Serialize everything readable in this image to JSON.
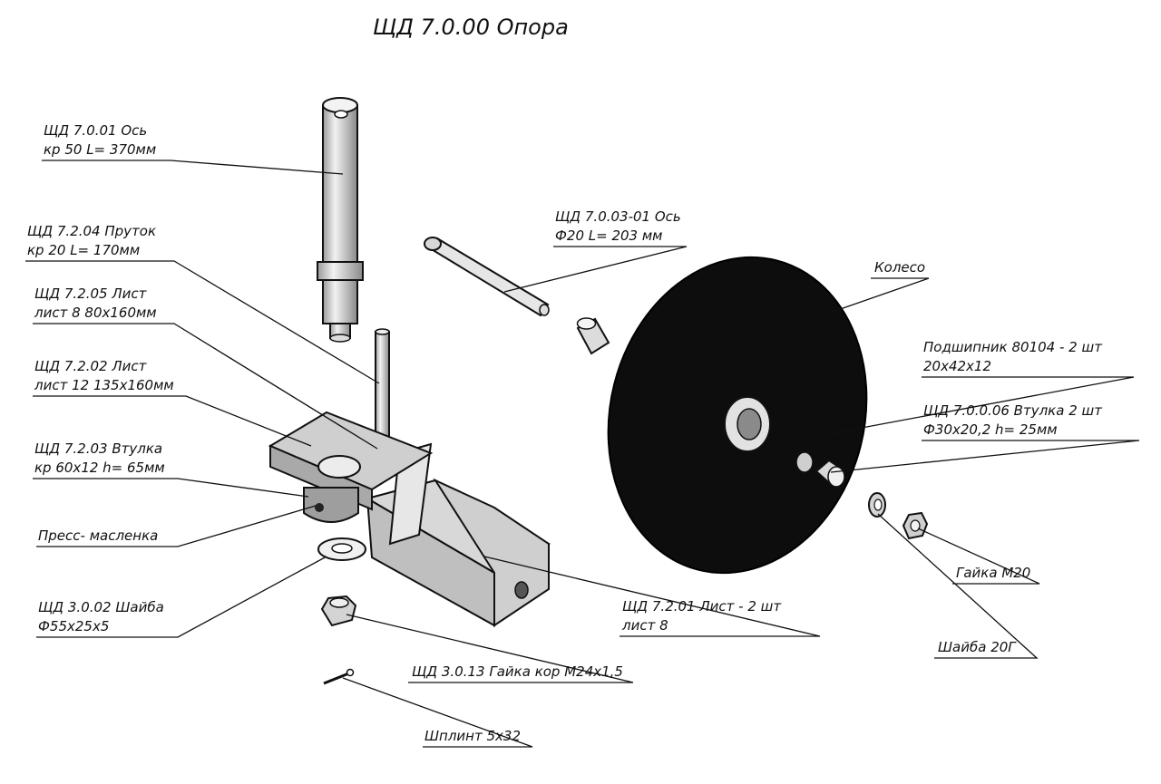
{
  "title": "ЩД 7.0.00 Опора",
  "labels": {
    "axle_main_l1": "ЩД 7.0.01 Ось",
    "axle_main_l2": "кр 50 L= 370мм",
    "rod_l1": "ЩД 7.2.04 Пруток",
    "rod_l2": "кр 20 L= 170мм",
    "sheet205_l1": "ЩД 7.2.05 Лист",
    "sheet205_l2": "лист 8 80х160мм",
    "sheet202_l1": "ЩД 7.2.02 Лист",
    "sheet202_l2": "лист 12 135х160мм",
    "bushing203_l1": "ЩД 7.2.03 Втулка",
    "bushing203_l2": "кр 60х12 h= 65мм",
    "grease": "Пресс- масленка",
    "washer302_l1": "ЩД 3.0.02 Шайба",
    "washer302_l2": "Ф55х25х5",
    "nut313": "ЩД 3.0.13 Гайка кор М24х1,5",
    "pin": "Шплинт 5х32",
    "axle_wheel_l1": "ЩД 7.0.03-01 Ось",
    "axle_wheel_l2": "Ф20 L= 203 мм",
    "wheel": "Колесо",
    "bearing_l1": "Подшипник 80104 - 2 шт",
    "bearing_l2": "20х42х12",
    "bushing006_l1": "ЩД 7.0.0.06 Втулка 2 шт",
    "bushing006_l2": "Ф30х20,2 h= 25мм",
    "sheet201_l1": "ЩД 7.2.01 Лист - 2 шт",
    "sheet201_l2": "лист 8",
    "nut_m20": "Гайка М20",
    "washer20": "Шайба 20Г"
  },
  "colors": {
    "line": "#111111",
    "part_fill": "#c9c9c9",
    "part_light": "#eeeeee",
    "wheel": "#0d0d0d",
    "background": "#ffffff"
  }
}
